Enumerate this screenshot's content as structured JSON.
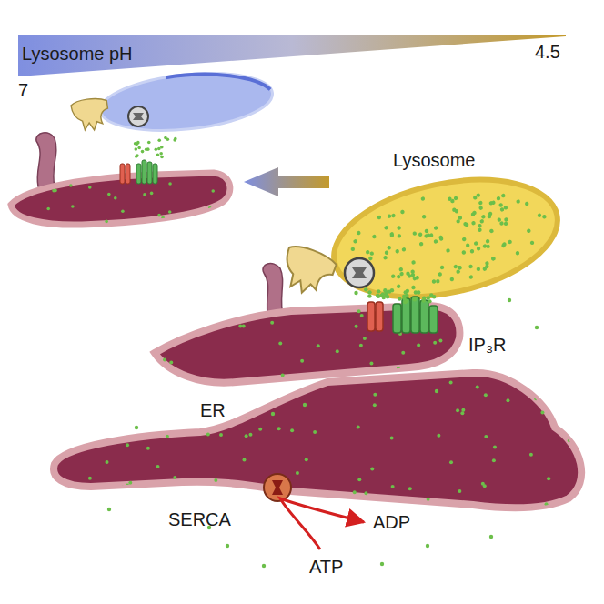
{
  "diagram": {
    "labels": [
      "Lysosome pH",
      "7",
      "4.5",
      "Lysosome",
      "IP₃R",
      "ER",
      "SERCA",
      "ATP",
      "ADP"
    ]
  }
}
